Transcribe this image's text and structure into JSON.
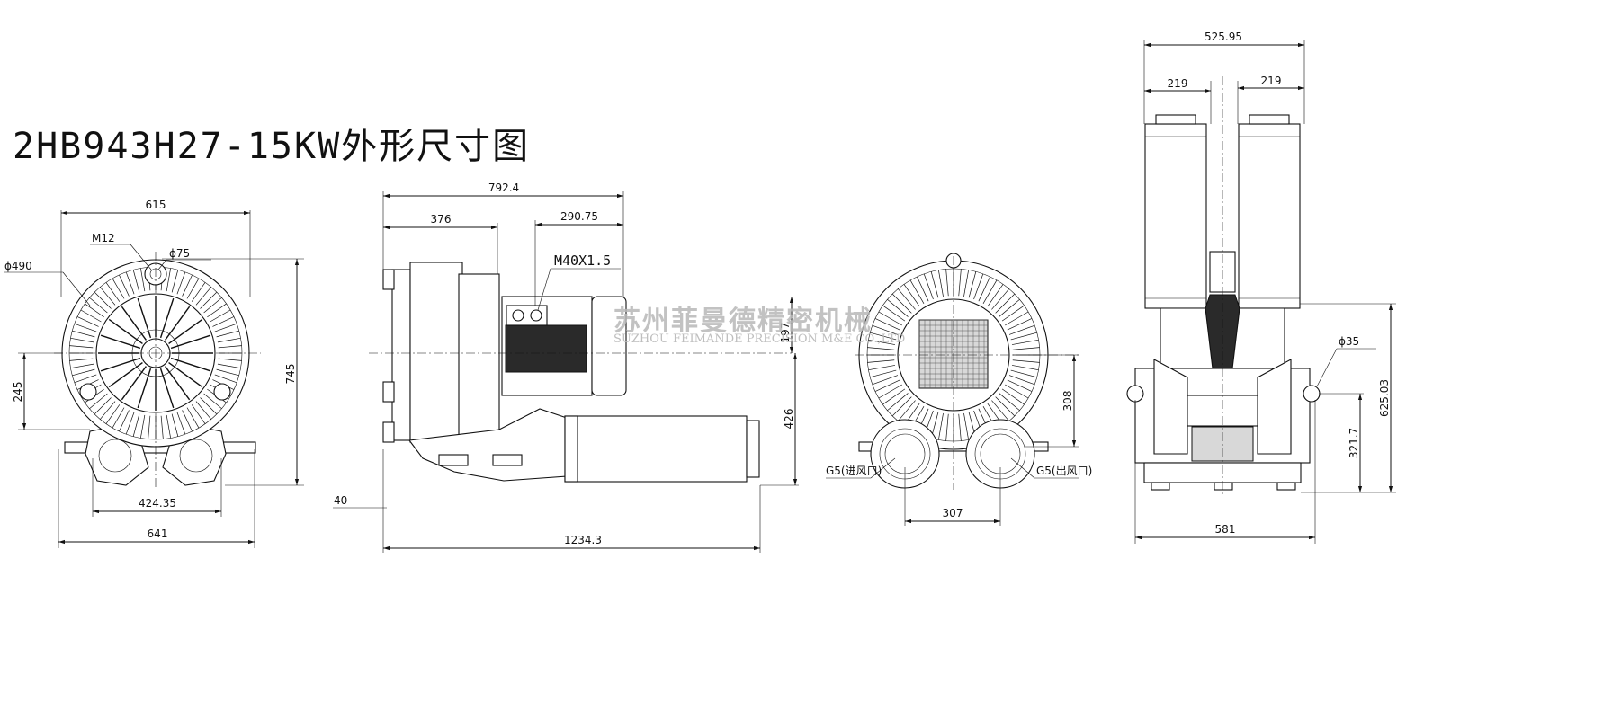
{
  "title": "2HB943H27-15KW外形尺寸图",
  "watermark": {
    "company_cn": "苏州菲曼德精密机械",
    "company_en": "SUZHOU FEIMANDE PRECISION M&E CO.,LTD"
  },
  "views": {
    "front": {
      "dims": {
        "width_top": "615",
        "diameter": "ϕ490",
        "thread": "M12",
        "bore": "ϕ75",
        "height_total": "745",
        "height_axis": "245",
        "foot_span": "424.35",
        "width_base": "641"
      }
    },
    "side": {
      "dims": {
        "length_top": "792.4",
        "length_a": "376",
        "length_b": "290.75",
        "cable_thread": "M40X1.5",
        "offset_197": "197",
        "height_426": "426",
        "base_40": "40",
        "length_total": "1234.3"
      }
    },
    "rear": {
      "dims": {
        "height_308": "308",
        "port_span": "307",
        "inlet_label": "G5(进风口)",
        "outlet_label": "G5(出风口)"
      }
    },
    "top": {
      "dims": {
        "width_total": "525.95",
        "left_219": "219",
        "right_219": "219",
        "lug": "ϕ35",
        "height_625": "625.03",
        "height_321": "321.7",
        "width_581": "581"
      }
    }
  }
}
